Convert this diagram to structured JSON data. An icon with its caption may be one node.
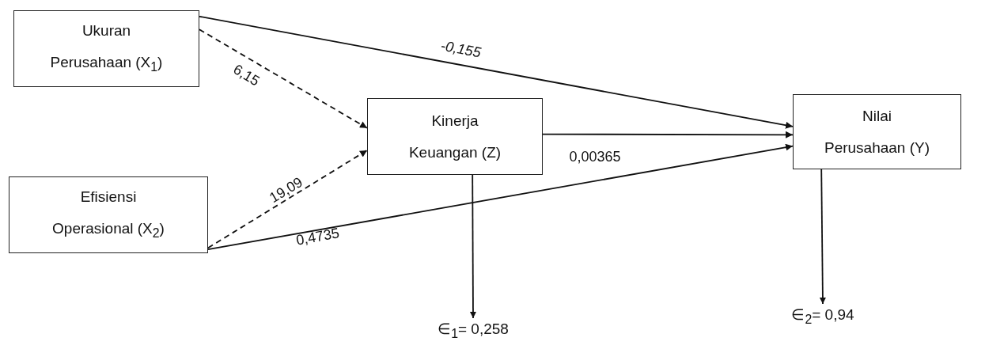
{
  "diagram": {
    "nodes": [
      {
        "text": [
          "Ukuran Perusahaan (X$_{1}$)"
        ]
      },
      {
        "text": [
          "Efisiensi Operasional (X$_{2}$)"
        ]
      },
      {
        "text": [
          "Kinerja Keuangan (Z)"
        ]
      },
      {
        "text": [
          "Nilai Perusahaan (Y)"
        ]
      },
      {
        "text": [
          "∈$_{1}$= 0,258"
        ]
      },
      {
        "text": [
          "∈$_{2}$= 0,94"
        ]
      }
    ],
    "edges": [
      {
        "from": 0,
        "to": 3,
        "arrow": "to",
        "label": "-0,155"
      },
      {
        "from": 0,
        "to": 2,
        "arrow": "to",
        "label": "6,15",
        "style": "dashed"
      },
      {
        "from": 1,
        "to": 2,
        "arrow": "to",
        "label": "19,09",
        "style": "dashed"
      },
      {
        "from": 2,
        "to": 3,
        "arrow": "to",
        "label": "0,00365"
      },
      {
        "from": 1,
        "to": 3,
        "arrow": "to",
        "label": "0,4735"
      },
      {
        "from": 2,
        "to": 4,
        "arrow": "to"
      },
      {
        "from": 3,
        "to": 5,
        "arrow": "to"
      }
    ]
  }
}
